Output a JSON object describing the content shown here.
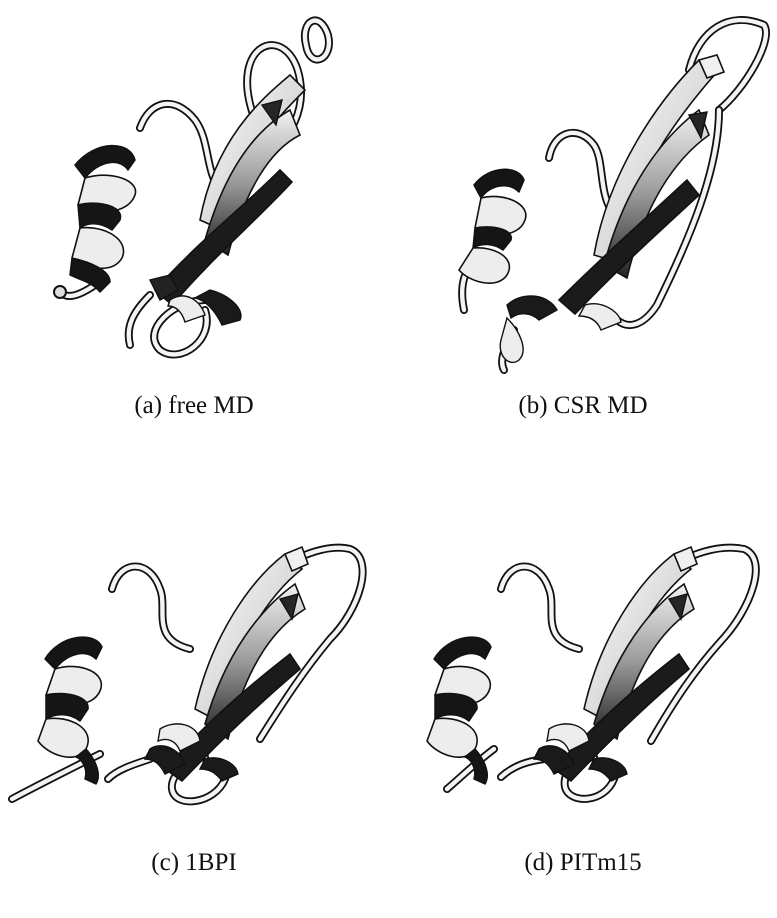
{
  "figure": {
    "panels": [
      {
        "id": "a",
        "caption": "(a) free MD"
      },
      {
        "id": "b",
        "caption": "(b) CSR MD"
      },
      {
        "id": "c",
        "caption": "(c) 1BPI"
      },
      {
        "id": "d",
        "caption": "(d) PITm15"
      }
    ]
  },
  "colors": {
    "dark": "#151515",
    "light": "#ededed",
    "outline": "#111111"
  }
}
